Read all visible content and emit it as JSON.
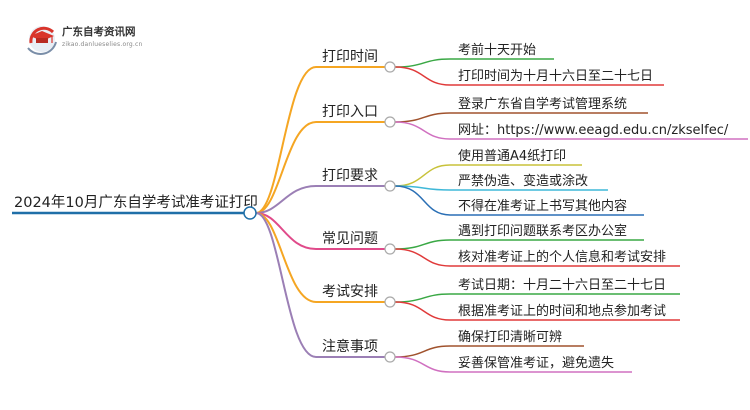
{
  "logo": {
    "title": "广东自考资讯网",
    "subtitle": "zikao.danlueselies.org.cn"
  },
  "root": {
    "label": "2024年10月广东自学考试准考证打印",
    "color": "#1f6fa8"
  },
  "branches": [
    {
      "label": "打印时间",
      "color": "#f5a623",
      "leaves": [
        {
          "label": "考前十天开始",
          "color": "#3aa845"
        },
        {
          "label": "打印时间为十月十六日至二十七日",
          "color": "#e03a3a"
        }
      ]
    },
    {
      "label": "打印入口",
      "color": "#f5a623",
      "leaves": [
        {
          "label": "登录广东省自学考试管理系统",
          "color": "#a0522d"
        },
        {
          "label": "网址：https://www.eeagd.edu.cn/zkselfec/",
          "color": "#d070c0"
        }
      ]
    },
    {
      "label": "打印要求",
      "color": "#9b7fb5",
      "leaves": [
        {
          "label": "使用普通A4纸打印",
          "color": "#c8c23a"
        },
        {
          "label": "严禁伪造、变造或涂改",
          "color": "#3fb8d8"
        },
        {
          "label": "不得在准考证上书写其他内容",
          "color": "#2a6fb5"
        }
      ]
    },
    {
      "label": "常见问题",
      "color": "#e04a8a",
      "leaves": [
        {
          "label": "遇到打印问题联系考区办公室",
          "color": "#3aa845"
        },
        {
          "label": "核对准考证上的个人信息和考试安排",
          "color": "#e03a3a"
        }
      ]
    },
    {
      "label": "考试安排",
      "color": "#f5a623",
      "leaves": [
        {
          "label": "考试日期：十月二十六日至二十七日",
          "color": "#3aa845"
        },
        {
          "label": "根据准考证上的时间和地点参加考试",
          "color": "#e03a3a"
        }
      ]
    },
    {
      "label": "注意事项",
      "color": "#9b7fb5",
      "leaves": [
        {
          "label": "确保打印清晰可辨",
          "color": "#a0522d"
        },
        {
          "label": "妥善保管准考证，避免遗失",
          "color": "#d070c0"
        }
      ]
    }
  ]
}
